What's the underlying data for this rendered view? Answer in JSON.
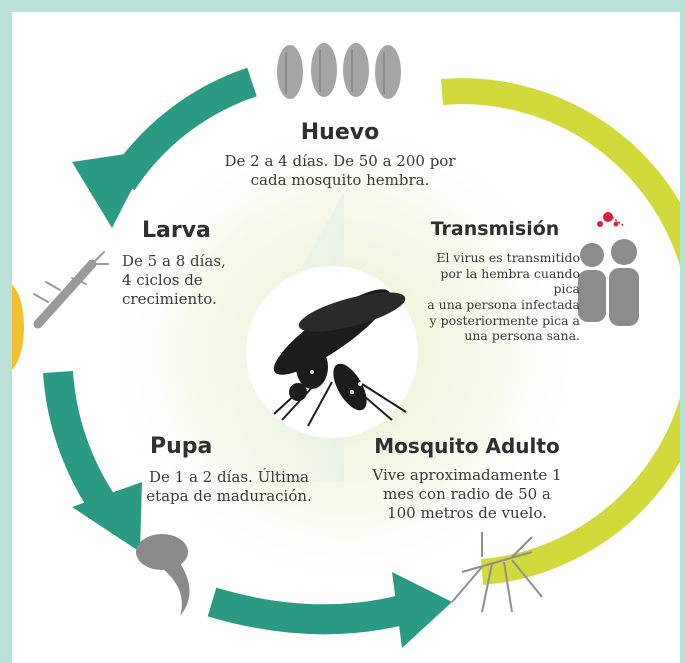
{
  "stages": {
    "huevo": {
      "title": "Huevo",
      "line1": "De 2 a 4 días. De 50 a 200 por",
      "line2": "cada mosquito hembra."
    },
    "larva": {
      "title": "Larva",
      "line1": "De 5 a 8 días,",
      "line2": "4 ciclos de",
      "line3": "crecimiento."
    },
    "transmision": {
      "title": "Transmisión",
      "line1": "El virus es transmitido",
      "line2": "por la hembra cuando pica",
      "line3": "a una persona infectada",
      "line4": "y posteriormente pica a",
      "line5": "una persona sana."
    },
    "pupa": {
      "title": "Pupa",
      "line1": "De 1 a 2 días. Última",
      "line2": "etapa de maduración."
    },
    "adulto": {
      "title": "Mosquito Adulto",
      "line1": "Vive aproximadamente 1",
      "line2": "mes con radio de 50 a",
      "line3": "100 metros de vuelo."
    }
  },
  "colors": {
    "teal_arrow": "#2a9a85",
    "lime_arc": "#d2d93a",
    "mosquito": "#1c1c1c",
    "pupa": "#8a8a8a",
    "eggs": "#a5a5a5",
    "people": "#8c8c8c",
    "virus_red": "#d8203a"
  },
  "icons": [
    "egg-icons",
    "larva-icon",
    "pupa-icon",
    "adult-mosquito-icon",
    "people-icon",
    "virus-icon",
    "mosquito-center-icon"
  ]
}
